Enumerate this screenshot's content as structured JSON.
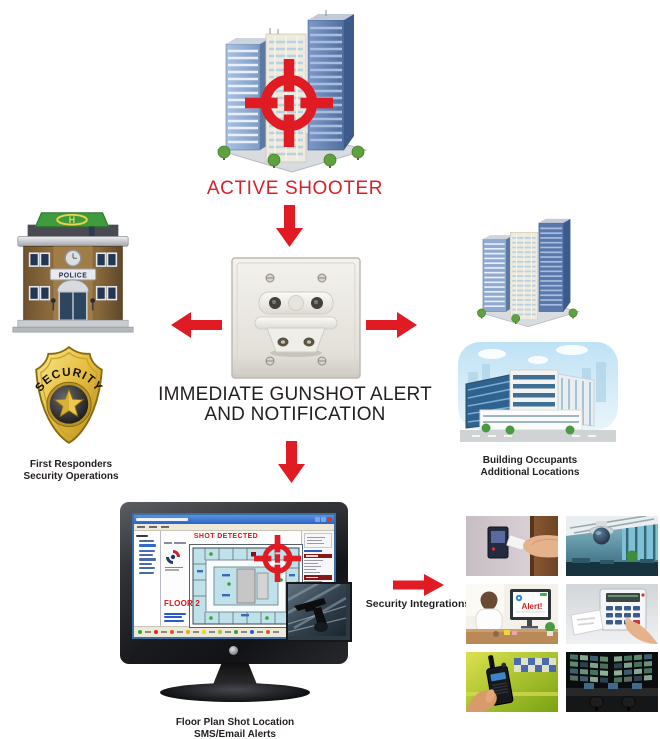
{
  "colors": {
    "accent_red": "#e01b24",
    "text_black": "#231f20"
  },
  "top": {
    "active_shooter_label": "ACTIVE SHOOTER"
  },
  "center": {
    "heading_line1": "IMMEDIATE GUNSHOT ALERT",
    "heading_line2": "AND NOTIFICATION"
  },
  "left_branch": {
    "police_sign": "POLICE",
    "helipad_letter": "H",
    "badge_label": "SECURITY",
    "caption_line1": "First Responders",
    "caption_line2": "Security Operations"
  },
  "right_branch": {
    "caption_line1": "Building Occupants",
    "caption_line2": "Additional Locations"
  },
  "monitor_branch": {
    "screen_banner": "SHOT DETECTED",
    "screen_floor_label": "FLOOR 2",
    "caption_line1": "Floor Plan Shot Location",
    "caption_line2": "SMS/Email Alerts"
  },
  "integrations": {
    "label": "Security Integrations",
    "photos": [
      {
        "name": "access-control-reader"
      },
      {
        "name": "dome-security-camera"
      },
      {
        "name": "desktop-alert-monitor",
        "screen_text": "Alert!"
      },
      {
        "name": "alarm-keypad"
      },
      {
        "name": "two-way-radio"
      },
      {
        "name": "video-wall-control-room"
      }
    ]
  }
}
